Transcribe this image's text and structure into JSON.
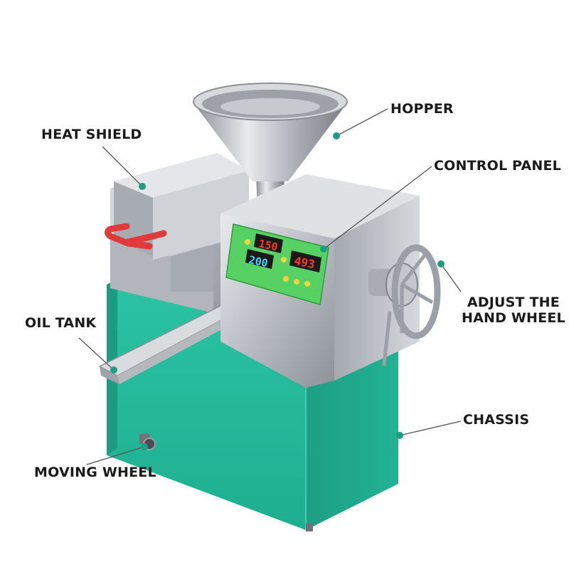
{
  "labels": {
    "hopper": "HOPPER",
    "heat_shield": "HEAT SHIELD",
    "control_panel": "CONTROL PANEL",
    "oil_tank": "OIL TANK",
    "adjust_line1": "ADJUST THE",
    "adjust_line2": "HAND WHEEL",
    "chassis": "CHASSIS",
    "moving_wheel": "MOVING WHEEL"
  },
  "panel": {
    "display_top": "150",
    "display_bottom": "200",
    "display_right": "493"
  },
  "colors": {
    "chassis_green": "#24b99a",
    "dot_teal": "#1f9c82",
    "panel_green": "#57d163",
    "leader_gray": "#555555",
    "handle_red": "#e23a3a"
  }
}
